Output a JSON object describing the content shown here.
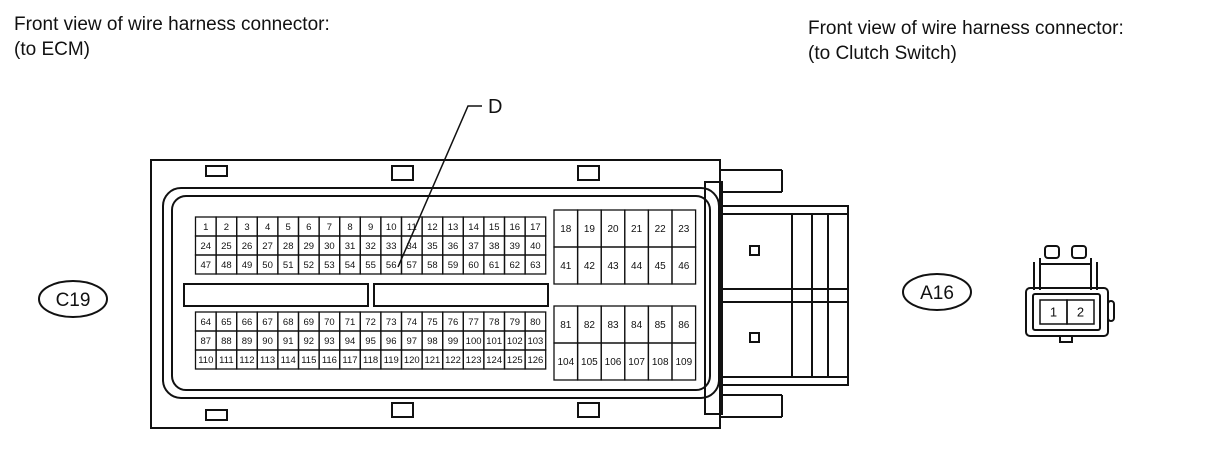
{
  "left": {
    "caption_line1": "Front view of wire harness connector:",
    "caption_line2": "(to ECM)",
    "connector_code": "C19",
    "callout": "D",
    "grid_a": [
      [
        "1",
        "2",
        "3",
        "4",
        "5",
        "6",
        "7",
        "8",
        "9",
        "10",
        "11",
        "12",
        "13",
        "14",
        "15",
        "16",
        "17"
      ],
      [
        "24",
        "25",
        "26",
        "27",
        "28",
        "29",
        "30",
        "31",
        "32",
        "33",
        "34",
        "35",
        "36",
        "37",
        "38",
        "39",
        "40"
      ],
      [
        "47",
        "48",
        "49",
        "50",
        "51",
        "52",
        "53",
        "54",
        "55",
        "56",
        "57",
        "58",
        "59",
        "60",
        "61",
        "62",
        "63"
      ]
    ],
    "grid_b": [
      [
        "18",
        "19",
        "20",
        "21",
        "22",
        "23"
      ],
      [
        "41",
        "42",
        "43",
        "44",
        "45",
        "46"
      ]
    ],
    "grid_c": [
      [
        "64",
        "65",
        "66",
        "67",
        "68",
        "69",
        "70",
        "71",
        "72",
        "73",
        "74",
        "75",
        "76",
        "77",
        "78",
        "79",
        "80"
      ],
      [
        "87",
        "88",
        "89",
        "90",
        "91",
        "92",
        "93",
        "94",
        "95",
        "96",
        "97",
        "98",
        "99",
        "100",
        "101",
        "102",
        "103"
      ],
      [
        "110",
        "111",
        "112",
        "113",
        "114",
        "115",
        "116",
        "117",
        "118",
        "119",
        "120",
        "121",
        "122",
        "123",
        "124",
        "125",
        "126"
      ]
    ],
    "grid_d": [
      [
        "81",
        "82",
        "83",
        "84",
        "85",
        "86"
      ],
      [
        "104",
        "105",
        "106",
        "107",
        "108",
        "109"
      ]
    ]
  },
  "right": {
    "caption_line1": "Front view of wire harness connector:",
    "caption_line2": "(to Clutch Switch)",
    "connector_code": "A16",
    "pins": [
      "1",
      "2"
    ]
  }
}
